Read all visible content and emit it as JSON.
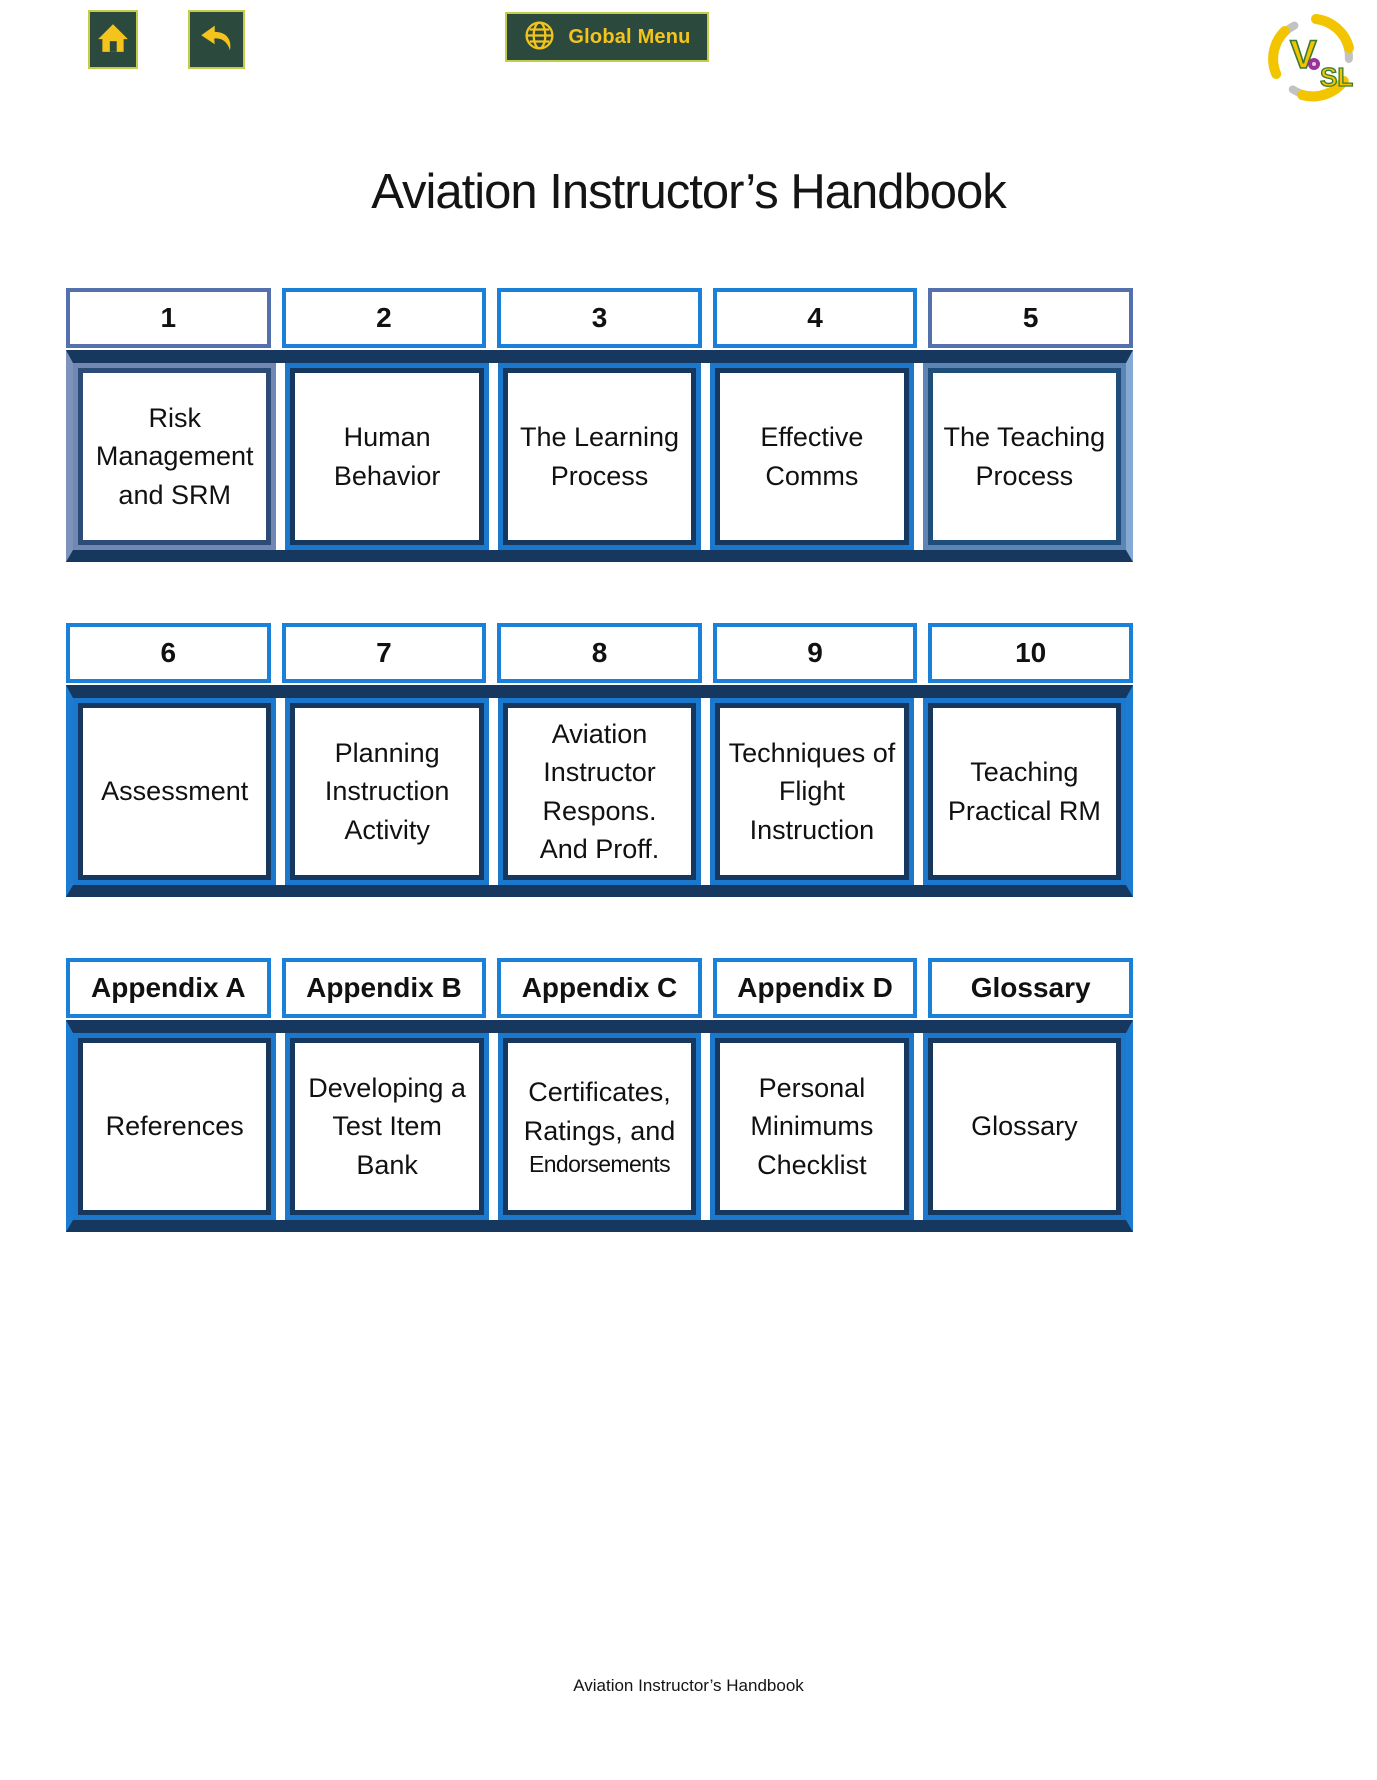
{
  "title": "Aviation Instructor’s Handbook",
  "footer": "Aviation Instructor’s Handbook",
  "toolbar": {
    "home_icon": "home-icon",
    "back_icon": "back-arrow-icon",
    "global_menu_label": "Global Menu",
    "globe_icon": "globe-icon"
  },
  "logo": {
    "v": "V",
    "sl": "SL"
  },
  "colors": {
    "button_green": "#2B4A3D",
    "button_border_yellow_green": "#C3CD4B",
    "gold": "#F4C41C",
    "bright_blue": "#1C78CC",
    "navy": "#16375E",
    "visited_slate": "#5471AD",
    "logo_yellow": "#F2C500",
    "logo_purple": "#993399"
  },
  "tables": [
    {
      "name": "chapters-1-5",
      "columns": [
        {
          "header": "1",
          "header_state": "visited",
          "label": "Risk Management and SRM",
          "state": "visited"
        },
        {
          "header": "2",
          "header_state": "normal",
          "label": "Human Behavior",
          "state": "normal"
        },
        {
          "header": "3",
          "header_state": "normal",
          "label": "The Learning Process",
          "state": "normal"
        },
        {
          "header": "4",
          "header_state": "normal",
          "label": "Effective Comms",
          "state": "normal"
        },
        {
          "header": "5",
          "header_state": "visited",
          "label": "The Teaching Process",
          "state": "light"
        }
      ]
    },
    {
      "name": "chapters-6-10",
      "columns": [
        {
          "header": "6",
          "header_state": "normal",
          "label": "Assessment",
          "state": "normal"
        },
        {
          "header": "7",
          "header_state": "normal",
          "label": "Planning Instruction Activity",
          "state": "normal"
        },
        {
          "header": "8",
          "header_state": "normal",
          "label": "Aviation Instructor Respons. And Proff.",
          "state": "normal"
        },
        {
          "header": "9",
          "header_state": "normal",
          "label": "Techniques of Flight Instruction",
          "state": "normal"
        },
        {
          "header": "10",
          "header_state": "normal",
          "label": "Teaching Practical RM",
          "state": "normal"
        }
      ]
    },
    {
      "name": "appendices",
      "columns": [
        {
          "header": "Appendix A",
          "header_state": "normal",
          "label": "References",
          "state": "normal"
        },
        {
          "header": "Appendix B",
          "header_state": "normal",
          "label": "Developing a Test Item Bank",
          "state": "normal"
        },
        {
          "header": "Appendix C",
          "header_state": "normal",
          "label": "Certificates, Ratings, and",
          "sublabel": "Endorsements",
          "state": "normal"
        },
        {
          "header": "Appendix D",
          "header_state": "normal",
          "label": "Personal Minimums Checklist",
          "state": "normal"
        },
        {
          "header": "Glossary",
          "header_state": "normal",
          "label": "Glossary",
          "state": "normal"
        }
      ]
    }
  ]
}
